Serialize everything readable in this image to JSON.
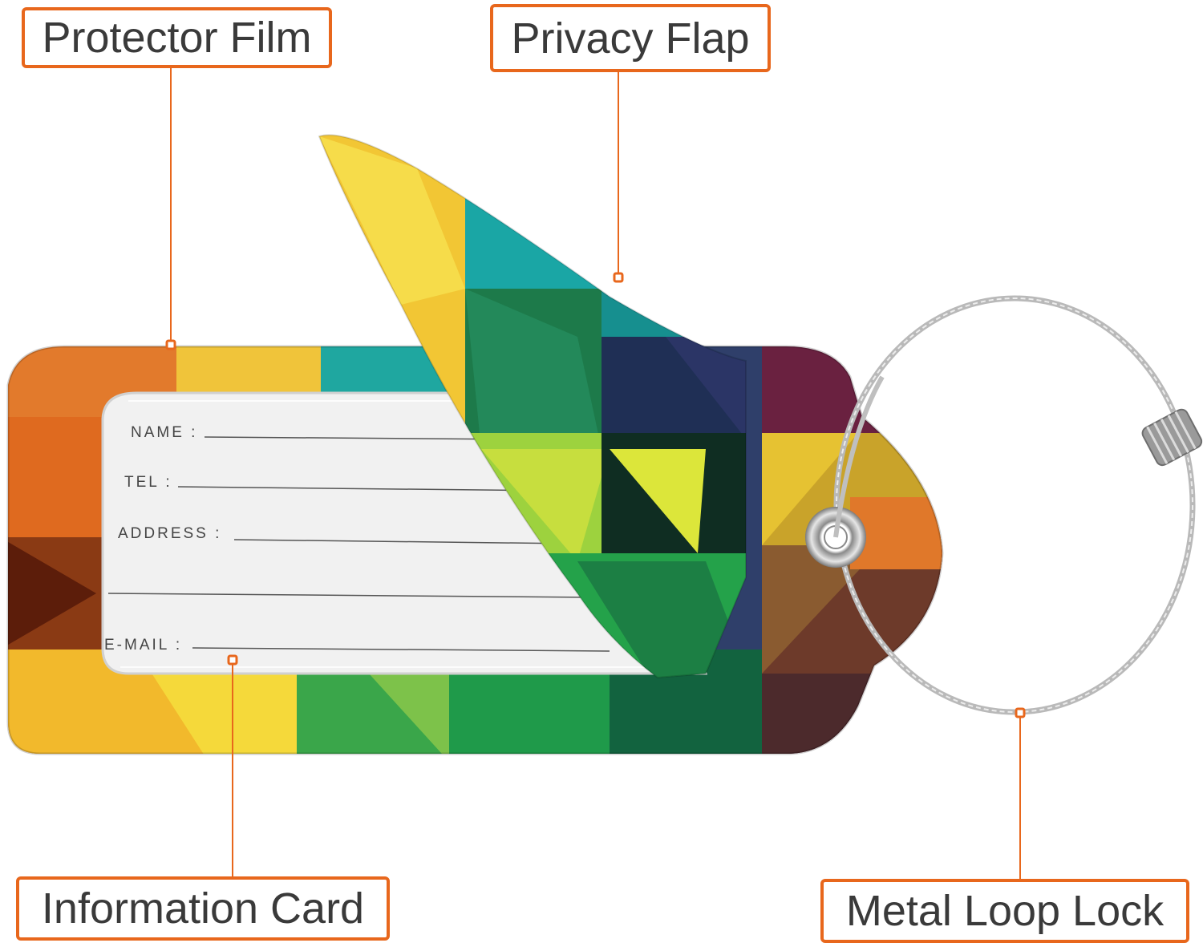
{
  "callouts": {
    "protector_film": "Protector Film",
    "privacy_flap": "Privacy Flap",
    "information_card": "Information Card",
    "metal_loop_lock": "Metal Loop Lock"
  },
  "card_fields": {
    "name": "NAME :",
    "tel": "TEL :",
    "address": "ADDRESS :",
    "email": "E-MAIL :"
  },
  "colors": {
    "accent": "#e8671c",
    "leader": "#e8671c",
    "text": "#3a3a3a"
  }
}
